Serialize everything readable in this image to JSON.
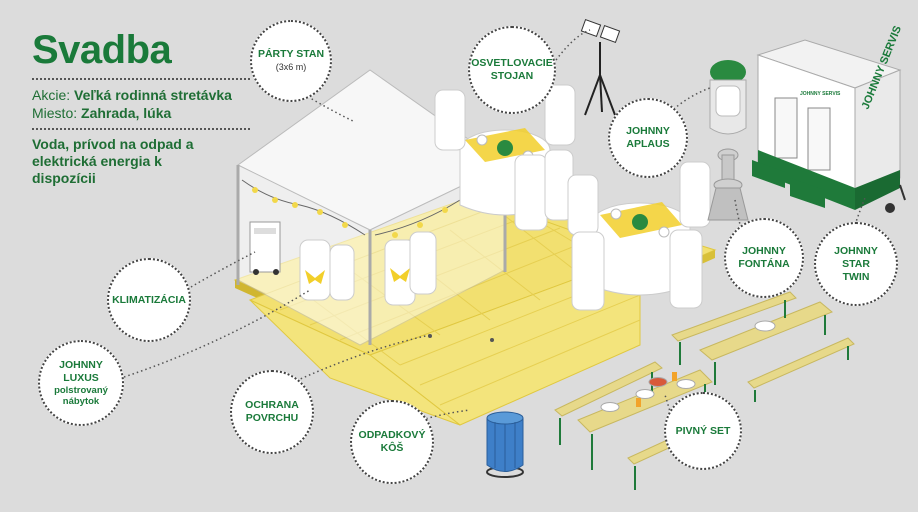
{
  "header": {
    "title": "Svadba",
    "event_label": "Akcie:",
    "event_value": "Veľká rodinná stretávka",
    "place_label": "Miesto:",
    "place_value": "Zahrada, lúka",
    "info": "Voda, prívod na odpad a elektrická energia k dispozícii"
  },
  "callouts": {
    "party_tent": "PÁRTY STAN",
    "party_tent_size": "(3x6 m)",
    "lighting_stand_1": "OSVETLOVACIE",
    "lighting_stand_2": "STOJAN",
    "johnny_aplaus_1": "JOHNNY",
    "johnny_aplaus_2": "APLAUS",
    "johnny_fontana_1": "JOHNNY",
    "johnny_fontana_2": "FONTÁNA",
    "johnny_star_twin_1": "JOHNNY",
    "johnny_star_twin_2": "STAR",
    "johnny_star_twin_3": "TWIN",
    "klimatizacia": "KLIMATIZÁCIA",
    "johnny_luxus_1": "JOHNNY",
    "johnny_luxus_2": "LUXUS",
    "johnny_luxus_3": "polstrovaný",
    "johnny_luxus_4": "nábytok",
    "ochrana_1": "OCHRANA",
    "ochrana_2": "POVRCHU",
    "odpadkovy_1": "ODPADKOVÝ",
    "odpadkovy_2": "KÔŠ",
    "pivny_set": "PIVNÝ SET"
  },
  "brand": {
    "toilet_logo": "JOHNNY SERVIS",
    "toilet_small_logo": "JOHNNY SERVIS"
  },
  "colors": {
    "green": "#1a7a3a",
    "yellow_floor": "#f2e070",
    "yellow_floor_dark": "#e3cc4a",
    "tent": "#f7f7f7",
    "bench_wood": "#e7d98a",
    "bin": "#3e7fc8"
  }
}
